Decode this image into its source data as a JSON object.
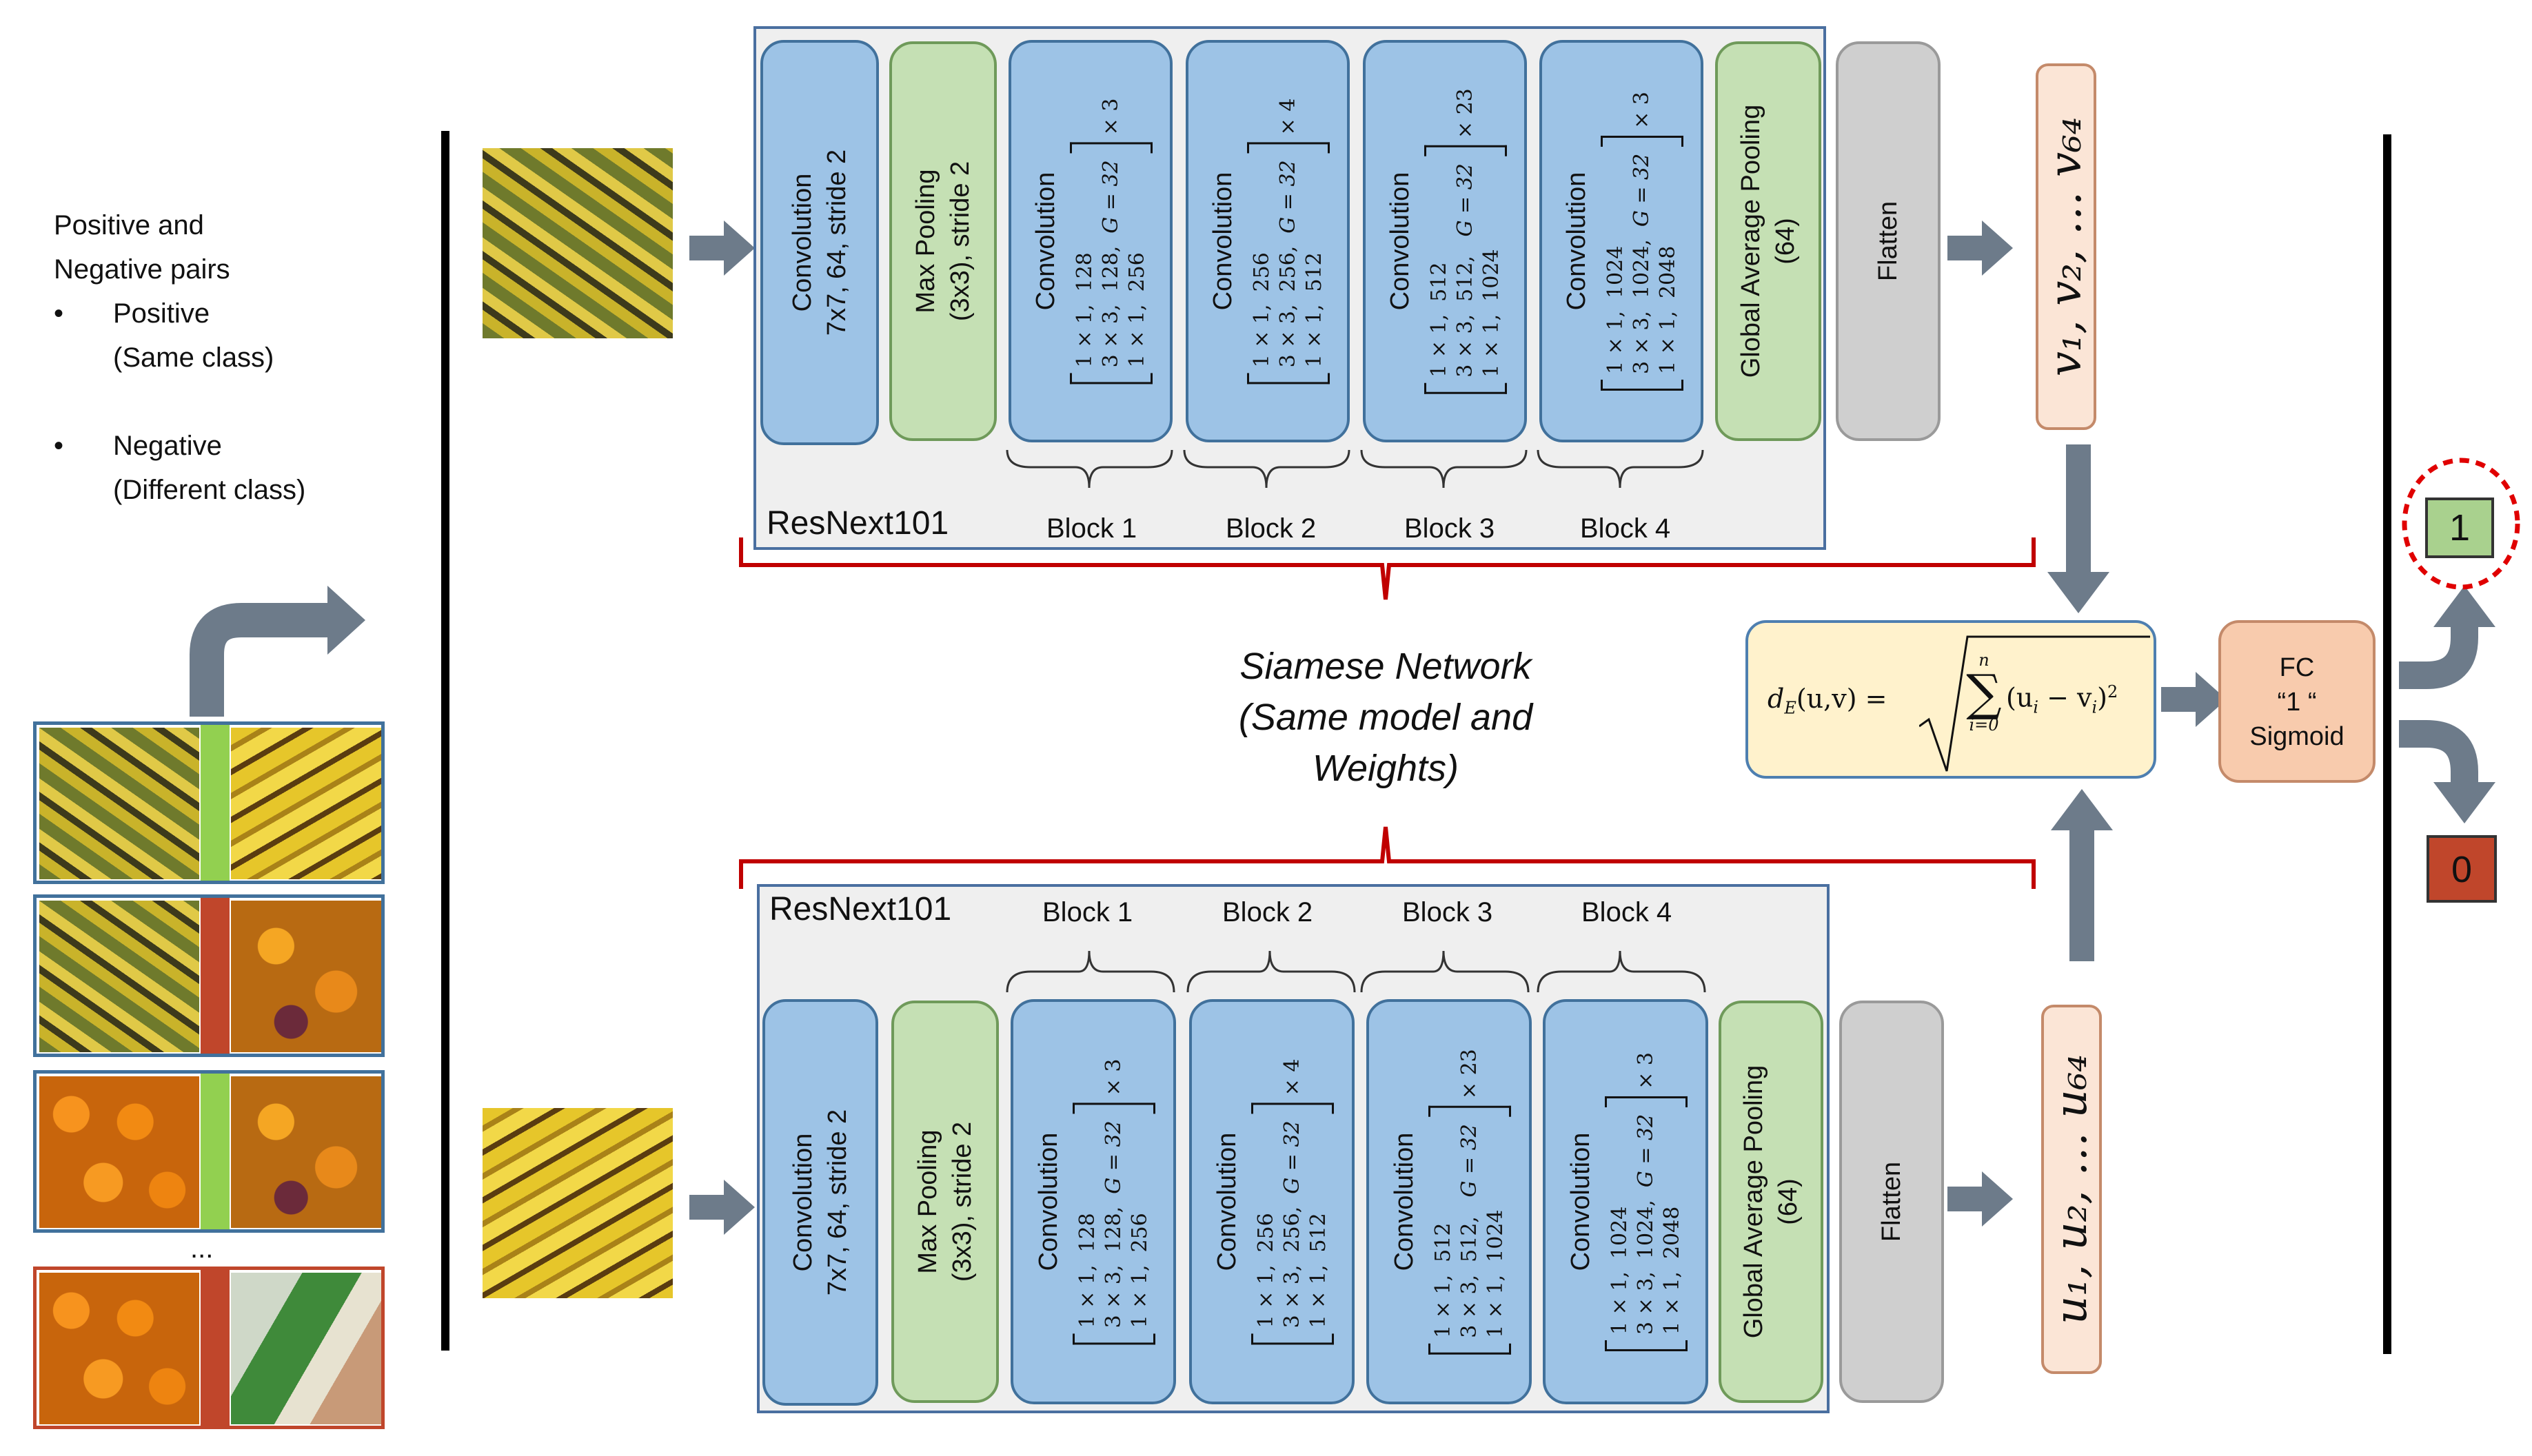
{
  "intro": {
    "line1": "Positive and",
    "line2": "Negative pairs",
    "bullet_pos": "Positive",
    "bullet_pos_sub": "(Same class)",
    "bullet_neg": "Negative",
    "bullet_neg_sub": "(Different class)",
    "bullet_char": "•",
    "ellipsis": "..."
  },
  "colors": {
    "conv_blue": "#9dc3e6",
    "pool_green": "#c5e0b4",
    "flatten_gray": "#cfcfcf",
    "vector_peach": "#fbe5d6",
    "distance_yellow": "#fff2cc",
    "fc_orange": "#f8cbad",
    "arrow_gray": "#6d7b8a",
    "positive_strip": "#92d050",
    "negative_strip": "#c0462b",
    "brace_red": "#c00000"
  },
  "network_top": {
    "name": "ResNext101",
    "conv1": {
      "l1": "Convolution",
      "l2": "7x7, 64, stride 2"
    },
    "pool": {
      "l1": "Max Pooling",
      "l2": "(3x3), stride 2"
    },
    "blocks": [
      {
        "label": "Block 1",
        "conv": "Convolution",
        "r1": "1 × 1,",
        "r2": "3 × 3,",
        "r3": "1 × 1,",
        "c1": "128",
        "c2": "128,",
        "c3": "256",
        "g": "G = 32",
        "times": "× 3"
      },
      {
        "label": "Block 2",
        "conv": "Convolution",
        "r1": "1 × 1,",
        "r2": "3 × 3,",
        "r3": "1 × 1,",
        "c1": "256",
        "c2": "256,",
        "c3": "512",
        "g": "G = 32",
        "times": "× 4"
      },
      {
        "label": "Block 3",
        "conv": "Convolution",
        "r1": "1 × 1,",
        "r2": "3 × 3,",
        "r3": "1 × 1,",
        "c1": "512",
        "c2": "512,",
        "c3": "1024",
        "g": "G = 32",
        "times": "× 23"
      },
      {
        "label": "Block 4",
        "conv": "Convolution",
        "r1": "1 × 1,",
        "r2": "3 × 3,",
        "r3": "1 × 1,",
        "c1": "1024",
        "c2": "1024,",
        "c3": "2048",
        "g": "G = 32",
        "times": "× 3"
      }
    ],
    "gap": {
      "l1": "Global Average Pooling",
      "l2": "(64)"
    },
    "flatten": "Flatten",
    "vector": "v₁, v₂, … v₆₄"
  },
  "network_bottom": {
    "name": "ResNext101",
    "vector": "u₁, u₂, … u₆₄"
  },
  "siamese": {
    "l1": "Siamese Network",
    "l2": "(Same model and",
    "l3": "Weights)"
  },
  "distance": {
    "lhs": "d",
    "sub": "E",
    "args": "(u,v) =",
    "sum_top": "n",
    "sum_bottom": "i=0",
    "body": "(u",
    "body_i": "i",
    "body_mid": " − v",
    "body_i2": "i",
    "body_end": ")",
    "sq": "2"
  },
  "fc": {
    "l1": "FC",
    "l2": "“1 “",
    "l3": "Sigmoid"
  },
  "outputs": {
    "positive": "1",
    "negative": "0"
  }
}
